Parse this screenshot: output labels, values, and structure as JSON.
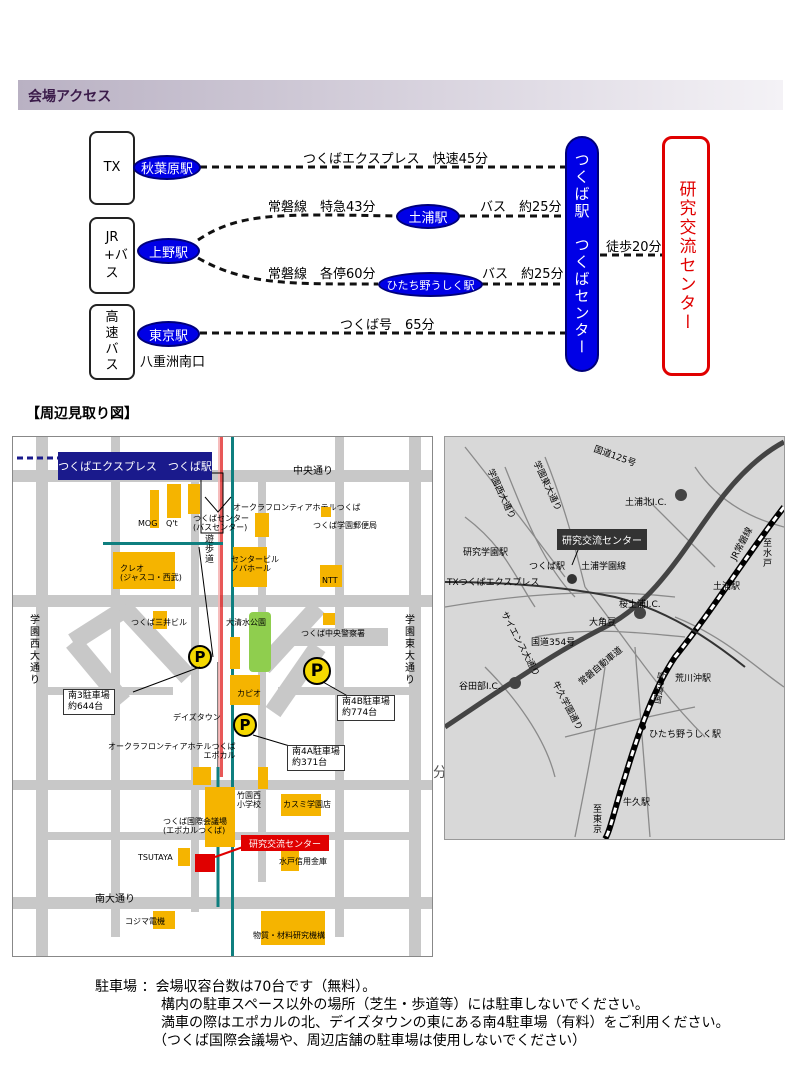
{
  "header": {
    "title": "会場アクセス"
  },
  "routes": {
    "origins": [
      {
        "label": "TX"
      },
      {
        "label": "JR+バス"
      },
      {
        "label": "高速バス"
      }
    ],
    "stations": {
      "akihabara": "秋葉原駅",
      "ueno": "上野駅",
      "tokyo": "東京駅",
      "tsuchiura": "土浦駅",
      "hitachino": "ひたち野うしく駅",
      "yaesu": "八重洲南口"
    },
    "legs": {
      "tx": "つくばエクスプレス　快速45分",
      "joban_express": "常磐線　特急43分",
      "joban_local": "常磐線　各停60分",
      "bus1": "バス　約25分",
      "bus2": "バス　約25分",
      "highway": "つくば号　65分",
      "walk": "徒歩20分"
    },
    "hub": "つくば駅　つくばセンター",
    "destination": "研究交流センター"
  },
  "section_title": "【周辺見取り図】",
  "local_map": {
    "banner": "つくばエクスプレス　つくば駅",
    "roads": {
      "chuo": "中央通り",
      "minami": "南大通り",
      "west": "学園西大通り",
      "east": "学園東大通り",
      "path": "遊歩道"
    },
    "buildings": {
      "mog": "MOG",
      "qt": "Q't",
      "tsukuba_center": "つくばセンター\n(バスセンター)",
      "okura_top": "オークラフロンティアホテルつくば",
      "post": "つくば学園郵便局",
      "creo": "クレオ\n(ジャスコ・西武)",
      "center_bldg": "センタービル\nノバホール",
      "ntt": "NTT",
      "mitsui": "つくば三井ビル",
      "park": "大清水公園",
      "police": "つくば中央警察署",
      "capio": "カピオ",
      "daystown": "デイズタウン",
      "okura_epo": "オークラフロンティアホテルつくば\nエポカル",
      "takezono": "竹園西\n小学校",
      "kasumi": "カスミ学園店",
      "convention": "つくば国際会議場\n(エポカルつくば)",
      "tsutaya": "TSUTAYA",
      "mito_shinkin": "水戸信用金庫",
      "kojima": "コジマ電機",
      "nims": "物質・材料研究機構"
    },
    "venue_label": "研究交流センター",
    "parking": [
      {
        "symbol": "P",
        "name": "南3駐車場",
        "capacity": "約644台"
      },
      {
        "symbol": "P",
        "name": "南4B駐車場",
        "capacity": "約774台"
      },
      {
        "symbol": "P",
        "name": "南4A駐車場",
        "capacity": "約371台"
      }
    ],
    "stray": "分"
  },
  "regional_map": {
    "venue_label": "研究交流センター",
    "labels": {
      "r125": "国道125号",
      "nishi": "学園西大通り",
      "higashi": "学園東大通り",
      "tsuchiura_kita": "土浦北I.C.",
      "jr": "JR常磐線",
      "mito": "至水戸",
      "kenkyu_gakuen": "研究学園駅",
      "tsukuba_st": "つくば駅",
      "tx": "TXつくばエクスプレス",
      "gakuen_line": "土浦学園線",
      "tsuchiura_st": "土浦駅",
      "sakura": "桜土浦I.C.",
      "r354": "国道354号",
      "science": "サイエンス大通り",
      "oogaku": "大角豆",
      "yatabe": "谷田部I.C.",
      "joban_exp": "常磐自動車道",
      "arakawaoki": "荒川沖駅",
      "r6": "国道6号",
      "ushiku_kinu": "牛久学園通り",
      "hitachino": "ひたち野うしく駅",
      "ushiku": "牛久駅",
      "tokyo": "至東京"
    }
  },
  "notes": {
    "line1": "駐車場 ：会場収容台数は70台です（無料）。",
    "line2": "構内の駐車スペース以外の場所（芝生・歩道等）には駐車しないでください。",
    "line3": "満車の際はエポカルの北、デイズタウンの東にある南4駐車場（有料）をご利用ください。",
    "line4": "（つくば国際会議場や、周辺店舗の駐車場は使用しないでください）"
  },
  "colors": {
    "station_blue": "#0000e6",
    "destination_red": "#e00000",
    "building_yellow": "#f5b400",
    "park_green": "#8fce4e",
    "road_gray": "#c8c8c8",
    "path_teal": "#0f7f7f",
    "banner_navy": "#1a1a8c"
  }
}
